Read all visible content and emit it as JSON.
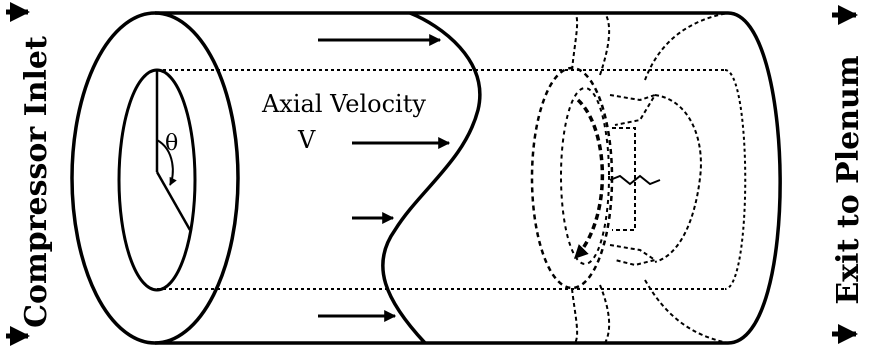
{
  "labels": {
    "left_side": "Compressor Inlet",
    "right_side": "Exit to Plenum",
    "axial_line1": "Axial Velocity",
    "axial_line2": "V",
    "theta": "θ"
  }
}
